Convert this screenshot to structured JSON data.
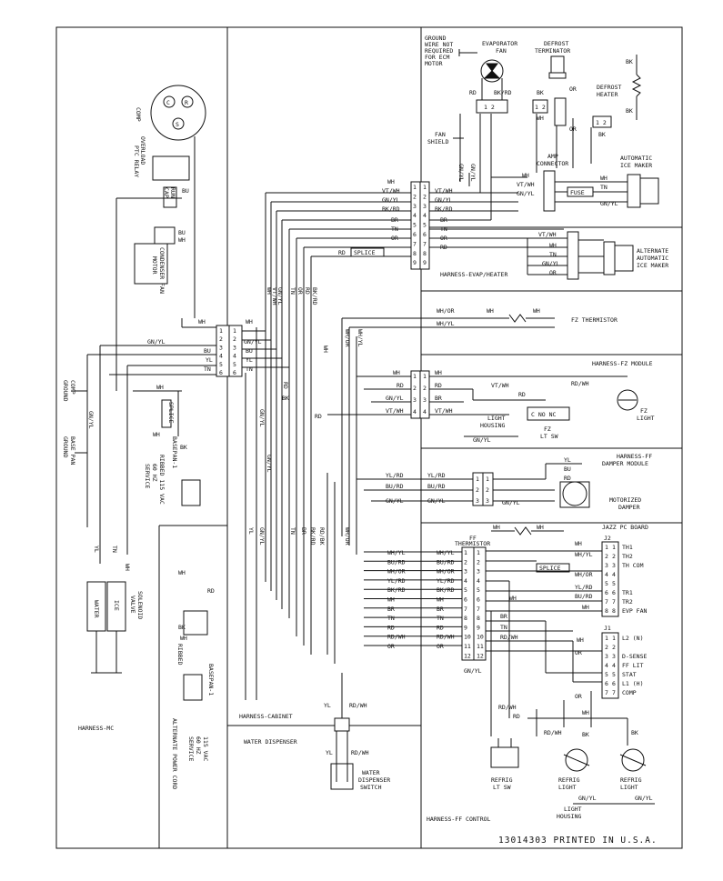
{
  "harness": {
    "mc": "HARNESS-MC",
    "cabinet": "HARNESS-CABINET",
    "evap": "HARNESS-EVAP/HEATER",
    "fz": "HARNESS-FZ MODULE",
    "ff_damper_1": "HARNESS-FF",
    "ff_damper_2": "DAMPER MODULE",
    "ff_control": "HARNESS-FF CONTROL",
    "water_dispenser": "WATER DISPENSER"
  },
  "components": {
    "comp": "COMP",
    "overload_1": "OVERLOAD",
    "overload_2": "PTC RELAY",
    "run_cap_1": "RUN",
    "run_cap_2": "CAP",
    "cond_fan_1": "CONDENSER FAN",
    "cond_fan_2": "MOTOR",
    "comp_ground_1": "COMP",
    "comp_ground_2": "GROUND",
    "base_pan_ground_1": "BASE PAN",
    "base_pan_ground_2": "GROUND",
    "basepan_1": "BASEPAN-1",
    "ribbed_1": "RIBBED 115 VAC",
    "hz_1": "60 HZ",
    "service_1": "SERVICE",
    "solenoid_1": "SOLENOID",
    "solenoid_2": "VALVE",
    "water": "WATER",
    "ice": "ICE",
    "basepan_2": "BASEPAN-1",
    "ribbed_2": "RIBBED",
    "vac_2": "115 VAC",
    "hz_2": "60 HZ",
    "service_2": "SERVICE",
    "alt_power": "ALTERNATE POWER CORD",
    "ground_note_1": "GROUND",
    "ground_note_2": "WIRE NOT",
    "ground_note_3": "REQUIRED",
    "ground_note_4": "FOR ECM",
    "ground_note_5": "MOTOR",
    "evap_fan_1": "EVAPORATOR",
    "evap_fan_2": "FAN",
    "defrost_term_1": "DEFROST",
    "defrost_term_2": "TERMINATOR",
    "defrost_heater_1": "DEFROST",
    "defrost_heater_2": "HEATER",
    "fan_shield_1": "FAN",
    "fan_shield_2": "SHIELD",
    "amp_1": "AMP",
    "amp_2": "CONNECTOR",
    "fuse": "FUSE",
    "auto_ice_1": "AUTOMATIC",
    "auto_ice_2": "ICE MAKER",
    "alt_ice_1": "ALTERNATE",
    "alt_ice_2": "AUTOMATIC",
    "alt_ice_3": "ICE MAKER",
    "fz_therm": "FZ THERMISTOR",
    "light_housing_1": "LIGHT",
    "light_housing_2": "HOUSING",
    "fz_lt_sw_1": "FZ",
    "fz_lt_sw_2": "LT SW",
    "fz_light_1": "FZ",
    "fz_light_2": "LIGHT",
    "c_no_nc": "C NO NC",
    "motorized_1": "MOTORIZED",
    "motorized_2": "DAMPER",
    "ff_therm_1": "FF",
    "ff_therm_2": "THERMISTOR",
    "jazz": "JAZZ PC BOARD",
    "splice": "SPLICE",
    "water_disp_1": "WATER",
    "water_disp_2": "DISPENSER",
    "water_disp_3": "SWITCH",
    "refrig_lt_sw_1": "REFRIG",
    "refrig_lt_sw_2": "LT SW",
    "refrig_light_1": "REFRIG",
    "refrig_light_2": "LIGHT",
    "light_housing_b1": "LIGHT",
    "light_housing_b2": "HOUSING"
  },
  "board": {
    "j2": "J2",
    "j1": "J1",
    "j2_pins": [
      "TH1",
      "TH2",
      "TH COM",
      "",
      "",
      "TR1",
      "TR2",
      "EVP FAN"
    ],
    "j1_pins": [
      "L2 (N)",
      "",
      "D-SENSE",
      "FF LIT",
      "STAT",
      "L1 (H)",
      "COMP"
    ]
  },
  "wire_colors": {
    "wh": "WH",
    "vtwh": "VT/WH",
    "gnyl": "GN/YL",
    "bkrd": "BK/RD",
    "br": "BR",
    "tn": "TN",
    "or": "OR",
    "rd": "RD",
    "bk": "BK",
    "bu": "BU",
    "yl": "YL",
    "whor": "WH/OR",
    "whyl": "WH/YL",
    "rdwh": "RD/WH",
    "ylrd": "YL/RD",
    "burd": "BU/RD",
    "bkrd2": "BK/RD",
    "rdbk": "RD/BK",
    "gnyl2": "GN/YL"
  },
  "cab_left_wires": [
    "WH",
    "VT/WH",
    "GN/YL",
    "BK/RD",
    "BR",
    "TN",
    "OR",
    "RD"
  ],
  "evap_right_wires": [
    "VT/WH",
    "GN/YL",
    "BK/RD",
    "BR",
    "TN",
    "OR",
    "RD"
  ],
  "fz_left_wires": [
    "WH",
    "RD",
    "GN/YL",
    "VT/WH"
  ],
  "fz_right_wires": [
    "WH",
    "RD",
    "BR",
    "VT/WH"
  ],
  "damper_left_wires": [
    "YL/RD",
    "BU/RD",
    "GN/YL"
  ],
  "damper_right_wires": [
    "YL/RD",
    "BU/RD",
    "GN/YL",
    "GN/YL"
  ],
  "ffc_left_wires": [
    "WH/YL",
    "BU/RD",
    "WH/OR",
    "YL/RD",
    "BK/RD",
    "WH",
    "BR",
    "TN",
    "RD",
    "RD/WH",
    "OR"
  ],
  "ffc_right_wires": [
    "WH/YL",
    "BU/RD",
    "WH/OR",
    "YL/RD",
    "BK/RD",
    "WH",
    "BR",
    "TN",
    "RD",
    "RD/WH",
    "OR"
  ],
  "mc_conn_left": [
    "WH",
    "GN/YL",
    "BU",
    "YL",
    "TN"
  ],
  "mc_conn_right": [
    "WH",
    "GN/YL",
    "BU",
    "YL",
    "TN"
  ],
  "footer": "13014303 PRINTED IN U.S.A."
}
